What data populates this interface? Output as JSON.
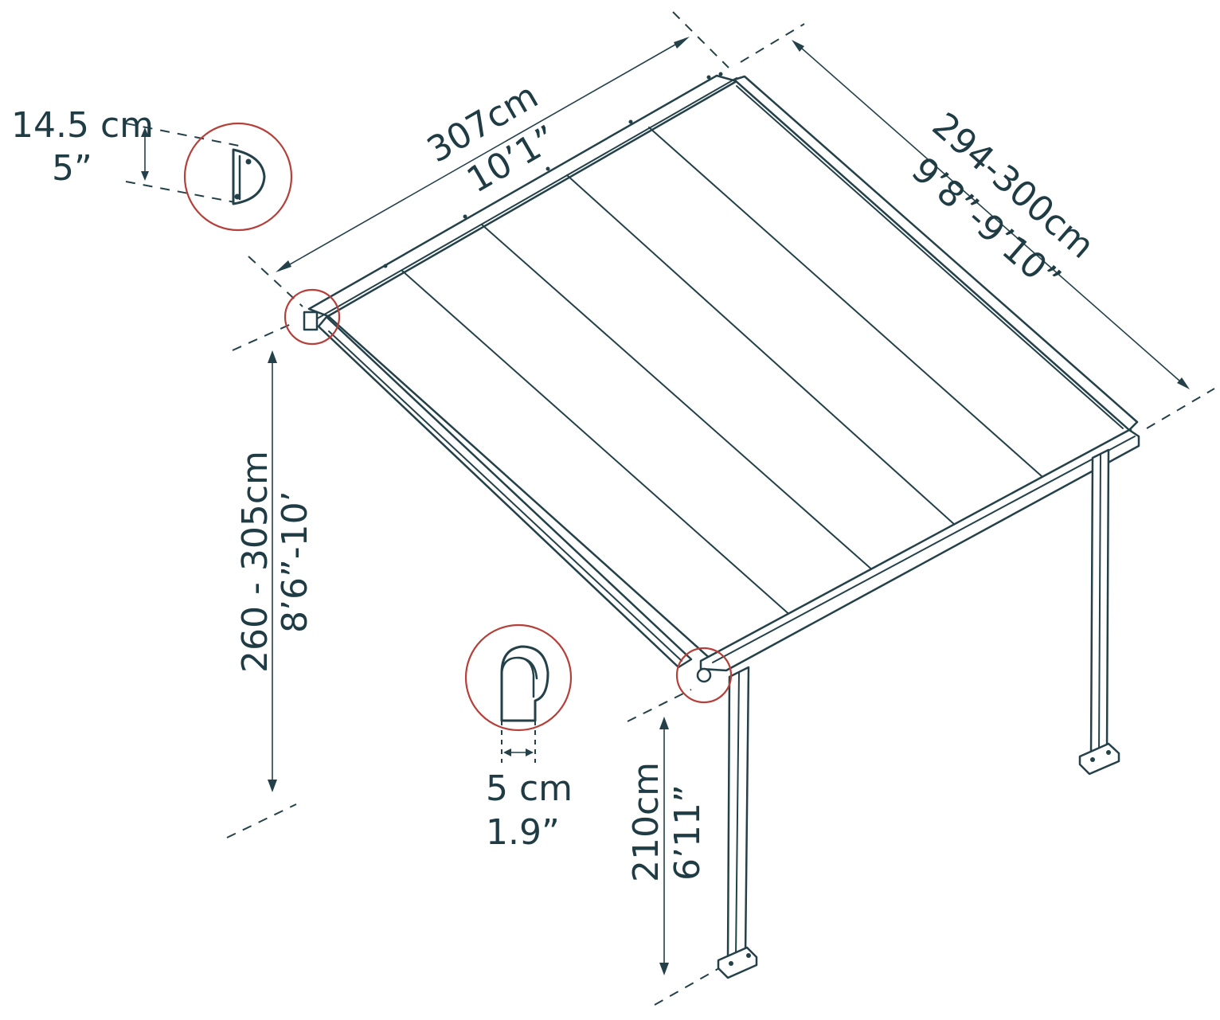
{
  "dimensions": {
    "width_cm": "307cm",
    "width_ft": "10’1”",
    "depth_cm": "294-300cm",
    "depth_ft": "9’8”-9’10”",
    "rear_height_cm": "260 - 305cm",
    "rear_height_ft": "8’6”-10’",
    "front_height_cm": "210cm",
    "front_height_ft": "6’11”",
    "beam_height_cm": "14.5 cm",
    "beam_height_in": "5”",
    "post_width_cm": "5 cm",
    "post_width_in": "1.9”"
  },
  "colors": {
    "line": "#24414a",
    "text": "#1f3b44",
    "callout_circle": "#b5403a",
    "background": "#ffffff"
  }
}
